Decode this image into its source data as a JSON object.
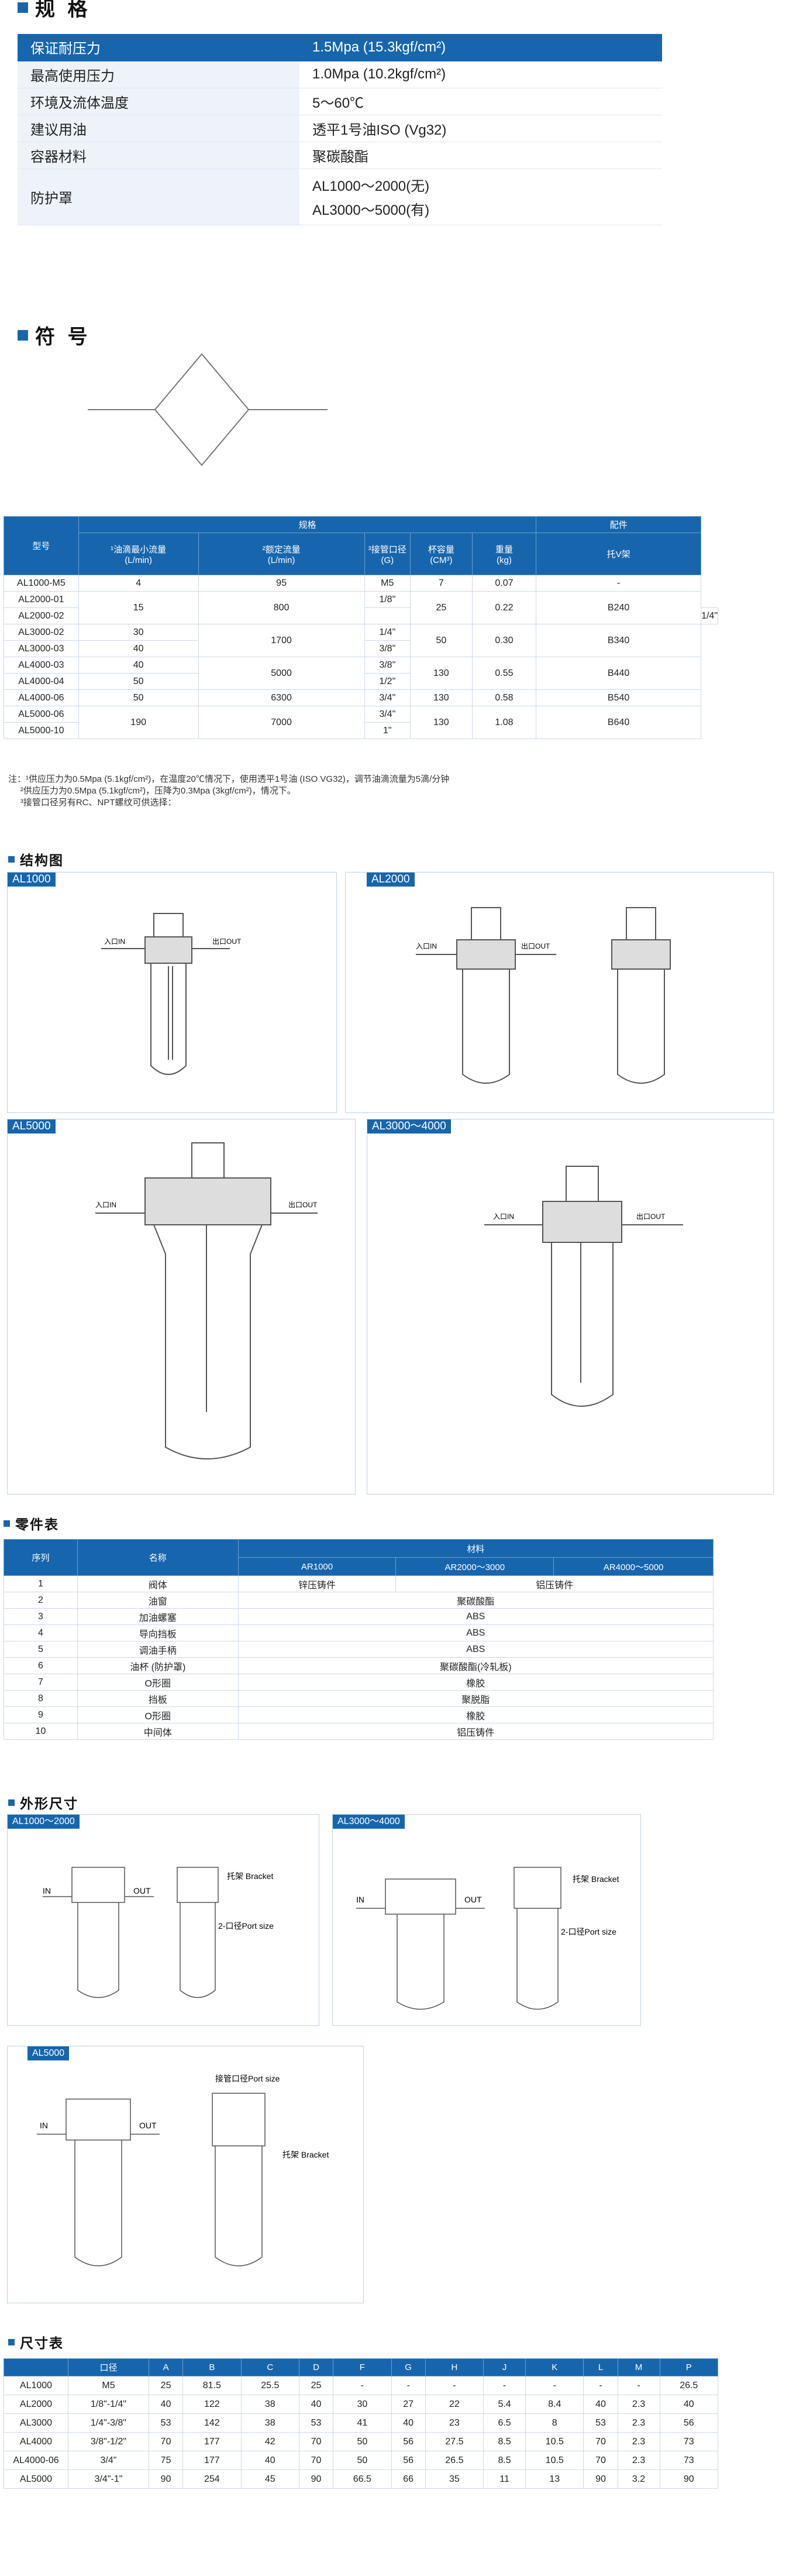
{
  "specs": {
    "title": "规 格",
    "rows": [
      {
        "k": "保证耐压力",
        "v": "1.5Mpa (15.3kgf/cm²)"
      },
      {
        "k": "最高使用压力",
        "v": "1.0Mpa (10.2kgf/cm²)"
      },
      {
        "k": "环境及流体温度",
        "v": "5～60℃"
      },
      {
        "k": "建议用油",
        "v": "透平1号油ISO (Vg32)"
      },
      {
        "k": "容器材料",
        "v": "聚碳酸酯"
      },
      {
        "k": "防护罩",
        "v": "AL1000～2000(无)",
        "v2": "AL3000～5000(有)"
      }
    ]
  },
  "symbol": {
    "title": "符 号"
  },
  "models": {
    "h_model": "型号",
    "h_spec": "规格",
    "h_acc": "配件",
    "cols": [
      "¹油滴最小流量\n(L/min)",
      "²额定流量\n(L/min)",
      "³接管口径\n(G)",
      "杯容量\n(CM³)",
      "重量\n(kg)",
      "托V架"
    ],
    "rows": [
      [
        "AL1000-M5",
        "4",
        "95",
        "M5",
        "7",
        "0.07",
        "-"
      ],
      [
        "AL2000-01",
        "15",
        "800",
        "1/8\"",
        "25",
        "0.22",
        "B240"
      ],
      [
        "AL2000-02",
        "",
        "",
        "1/4\"",
        "",
        "",
        ""
      ],
      [
        "AL3000-02",
        "30",
        "1700",
        "1/4\"",
        "50",
        "0.30",
        "B340"
      ],
      [
        "AL3000-03",
        "40",
        "",
        "3/8\"",
        "",
        "",
        ""
      ],
      [
        "AL4000-03",
        "40",
        "5000",
        "3/8\"",
        "130",
        "0.55",
        "B440"
      ],
      [
        "AL4000-04",
        "50",
        "",
        "1/2\"",
        "",
        "",
        ""
      ],
      [
        "AL4000-06",
        "50",
        "6300",
        "3/4\"",
        "130",
        "0.58",
        "B540"
      ],
      [
        "AL5000-06",
        "190",
        "7000",
        "3/4\"",
        "130",
        "1.08",
        "B640"
      ],
      [
        "AL5000-10",
        "",
        "",
        "1\"",
        "",
        "",
        ""
      ]
    ],
    "notes": [
      "注：¹供应压力为0.5Mpa (5.1kgf/cm²)，在温度20℃情况下，使用透平1号油 (ISO VG32)，调节油滴流量为5滴/分钟",
      "     ²供应压力为0.5Mpa (5.1kgf/cm²)，压降为0.3Mpa (3kgf/cm²)，情况下。",
      "     ³接管口径另有RC、NPT螺纹可供选择："
    ]
  },
  "structure": {
    "title": "结构图",
    "labels": [
      "AL1000",
      "AL2000",
      "AL5000",
      "AL3000～4000"
    ],
    "in": "入口IN",
    "out": "出口OUT"
  },
  "parts": {
    "title": "零件表",
    "h_no": "序列",
    "h_name": "名称",
    "h_mat": "材料",
    "sub": [
      "AR1000",
      "AR2000～3000",
      "AR4000～5000"
    ],
    "rows": [
      {
        "n": "1",
        "name": "阀体",
        "a": "锌压铸件",
        "b": "铝压铸件"
      },
      {
        "n": "2",
        "name": "油窗",
        "b": "聚碳酸酯"
      },
      {
        "n": "3",
        "name": "加油螺塞",
        "b": "ABS"
      },
      {
        "n": "4",
        "name": "导向挡板",
        "b": "ABS"
      },
      {
        "n": "5",
        "name": "调油手柄",
        "b": "ABS"
      },
      {
        "n": "6",
        "name": "油杯 (防护罩)",
        "b": "聚碳酸酯(冷轧板)"
      },
      {
        "n": "7",
        "name": "O形圈",
        "b": "橡胶"
      },
      {
        "n": "8",
        "name": "挡板",
        "b": "聚脱脂"
      },
      {
        "n": "9",
        "name": "O形圈",
        "b": "橡胶"
      },
      {
        "n": "10",
        "name": "中间体",
        "b": "铝压铸件"
      }
    ]
  },
  "outline": {
    "title": "外形尺寸",
    "labels": [
      "AL1000～2000",
      "AL3000～4000",
      "AL5000"
    ],
    "bracket": "托架 Bracket",
    "port": "2-口径Port size",
    "port2": "接管口径Port size",
    "in": "IN",
    "out": "OUT"
  },
  "dims": {
    "title": "尺寸表",
    "cols": [
      "",
      "口径",
      "A",
      "B",
      "C",
      "D",
      "F",
      "G",
      "H",
      "J",
      "K",
      "L",
      "M",
      "P"
    ],
    "rows": [
      [
        "AL1000",
        "M5",
        "25",
        "81.5",
        "25.5",
        "25",
        "-",
        "-",
        "-",
        "-",
        "-",
        "-",
        "-",
        "26.5"
      ],
      [
        "AL2000",
        "1/8\"-1/4\"",
        "40",
        "122",
        "38",
        "40",
        "30",
        "27",
        "22",
        "5.4",
        "8.4",
        "40",
        "2.3",
        "40"
      ],
      [
        "AL3000",
        "1/4\"-3/8\"",
        "53",
        "142",
        "38",
        "53",
        "41",
        "40",
        "23",
        "6.5",
        "8",
        "53",
        "2.3",
        "56"
      ],
      [
        "AL4000",
        "3/8\"-1/2\"",
        "70",
        "177",
        "42",
        "70",
        "50",
        "56",
        "27.5",
        "8.5",
        "10.5",
        "70",
        "2.3",
        "73"
      ],
      [
        "AL4000-06",
        "3/4\"",
        "75",
        "177",
        "40",
        "70",
        "50",
        "56",
        "26.5",
        "8.5",
        "10.5",
        "70",
        "2.3",
        "73"
      ],
      [
        "AL5000",
        "3/4\"-1\"",
        "90",
        "254",
        "45",
        "90",
        "66.5",
        "66",
        "35",
        "11",
        "13",
        "90",
        "3.2",
        "90"
      ]
    ]
  }
}
